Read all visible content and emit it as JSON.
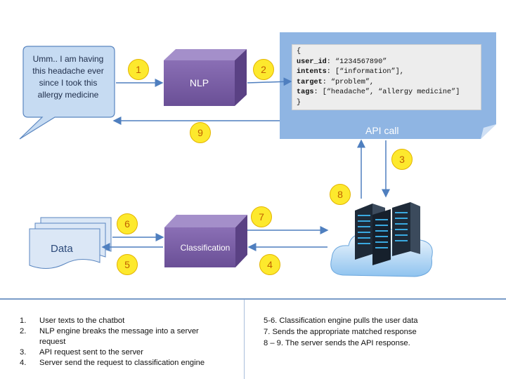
{
  "chat_bubble": {
    "text": "Umm.. I am having this headache ever since I took this allergy medicine"
  },
  "nlp_box": {
    "label": "NLP"
  },
  "api_call": {
    "label": "API call",
    "code_lines": [
      {
        "key": "",
        "text": "{"
      },
      {
        "key": "user_id",
        "text": ": “1234567890”"
      },
      {
        "key": "intents",
        "text": ": [“information”],"
      },
      {
        "key": "target",
        "text": ": “problem”,"
      },
      {
        "key": "tags",
        "text": ": [“headache”, “allergy medicine”]"
      },
      {
        "key": "",
        "text": "}"
      }
    ]
  },
  "data_box": {
    "label": "Data"
  },
  "classification_box": {
    "label": "Classification"
  },
  "step_badges": [
    "1",
    "2",
    "3",
    "4",
    "5",
    "6",
    "7",
    "8",
    "9"
  ],
  "legend_left": [
    {
      "num": "1.",
      "text": "User texts to the chatbot"
    },
    {
      "num": "2.",
      "text": "NLP engine breaks the message into a server request"
    },
    {
      "num": "3.",
      "text": "API request sent to the server"
    },
    {
      "num": "4.",
      "text": "Server send the request to classification engine"
    }
  ],
  "legend_right": [
    "5-6. Classification engine pulls the user data",
    "7. Sends the appropriate matched response",
    "8 – 9. The server sends the API response."
  ],
  "colors": {
    "purple_box": "#7b5ea7",
    "badge": "#fde92d",
    "arrow": "#4f7fbf",
    "bubble": "#c6dbf2",
    "api_panel": "#8fb5e3"
  }
}
